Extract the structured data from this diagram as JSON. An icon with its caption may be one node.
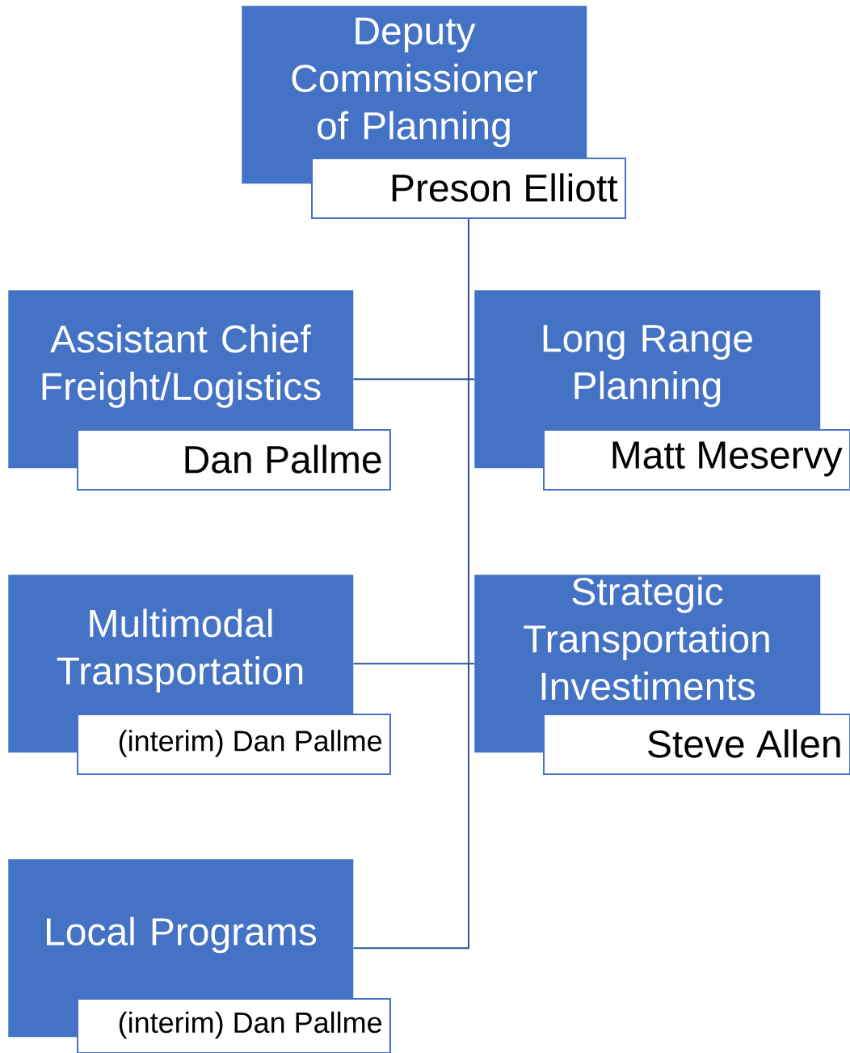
{
  "diagram": {
    "nodes": [
      {
        "text": [
          "Deputy Commissioner of Planning",
          "Preson Elliott"
        ]
      },
      {
        "text": [
          "Assistant Chief Freight/Logistics",
          "Dan Pallme"
        ]
      },
      {
        "text": [
          "Long Range Planning",
          "Matt Meservy"
        ]
      },
      {
        "text": [
          "Multimodal Transportation",
          "(interim) Dan Pallme"
        ]
      },
      {
        "text": [
          "Strategic Transportation Investiments",
          "Steve Allen"
        ]
      },
      {
        "text": [
          "Local Programs",
          "(interim) Dan Pallme"
        ]
      }
    ],
    "edges": [
      {
        "from": 0,
        "to": 1,
        "arrow": "none"
      },
      {
        "from": 0,
        "to": 2,
        "arrow": "none"
      },
      {
        "from": 0,
        "to": 3,
        "arrow": "none"
      },
      {
        "from": 0,
        "to": 4,
        "arrow": "none"
      },
      {
        "from": 0,
        "to": 5,
        "arrow": "none"
      }
    ]
  }
}
